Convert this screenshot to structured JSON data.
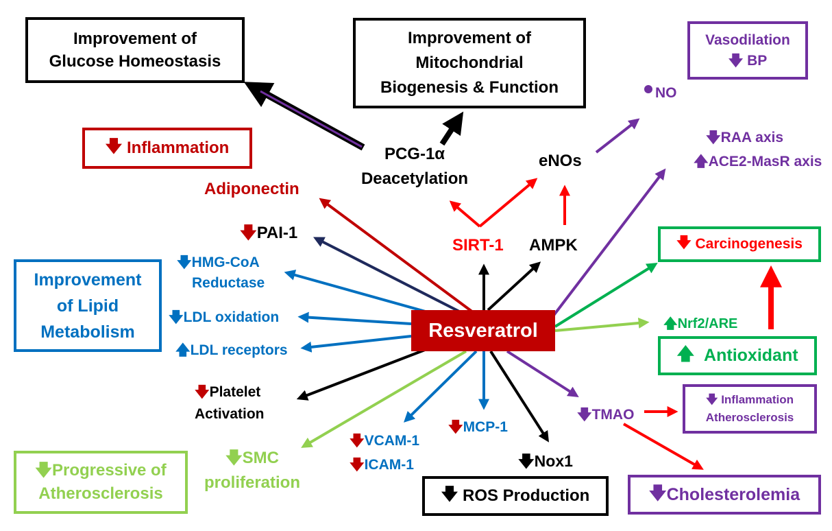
{
  "center": {
    "label": "Resveratrol"
  },
  "boxes": {
    "glucose": {
      "line1": "Improvement of",
      "line2": "Glucose Homeostasis"
    },
    "mito": {
      "line1": "Improvement of",
      "line2": "Mitochondrial",
      "line3": "Biogenesis & Function"
    },
    "vasodilation": {
      "line1": "Vasodilation",
      "line2": "BP"
    },
    "inflammation": {
      "label": "Inflammation"
    },
    "lipid": {
      "line1": "Improvement",
      "line2": "of Lipid",
      "line3": "Metabolism"
    },
    "carcinogenesis": {
      "label": "Carcinogenesis"
    },
    "antioxidant": {
      "label": "Antioxidant"
    },
    "tmao_effects": {
      "line1": "Inflammation",
      "line2": "Atherosclerosis"
    },
    "atherosclerosis": {
      "line1": "Progressive of",
      "line2": "Atherosclerosis"
    },
    "ros": {
      "label": "ROS Production"
    },
    "cholesterolemia": {
      "label": "Cholesterolemia"
    }
  },
  "labels": {
    "pcg": {
      "line1": "PCG-1α",
      "line2": "Deacetylation"
    },
    "enos": "eNOs",
    "no": "NO",
    "raa": "RAA axis",
    "ace2": "ACE2-MasR axis",
    "adiponectin": "Adiponectin",
    "pai": "PAI-1",
    "hmg": {
      "line1": "HMG-CoA",
      "line2": "Reductase"
    },
    "ldl_ox": "LDL oxidation",
    "ldl_rec": "LDL receptors",
    "sirt": "SIRT-1",
    "ampk": "AMPK",
    "nrf2": "Nrf2/ARE",
    "platelet": {
      "line1": "Platelet",
      "line2": "Activation"
    },
    "tmao": "TMAO",
    "smc": {
      "line1": "SMC",
      "line2": "proliferation"
    },
    "vcam": "VCAM-1",
    "icam": "ICAM-1",
    "mcp": "MCP-1",
    "nox": "Nox1"
  },
  "colors": {
    "black": "#000000",
    "red": "#c00000",
    "brightred": "#ff0000",
    "purple": "#7030a0",
    "blue": "#0070c0",
    "navy": "#1f2a5c",
    "green": "#00b050",
    "lightgreen": "#92d050",
    "center_fill": "#c00000"
  }
}
